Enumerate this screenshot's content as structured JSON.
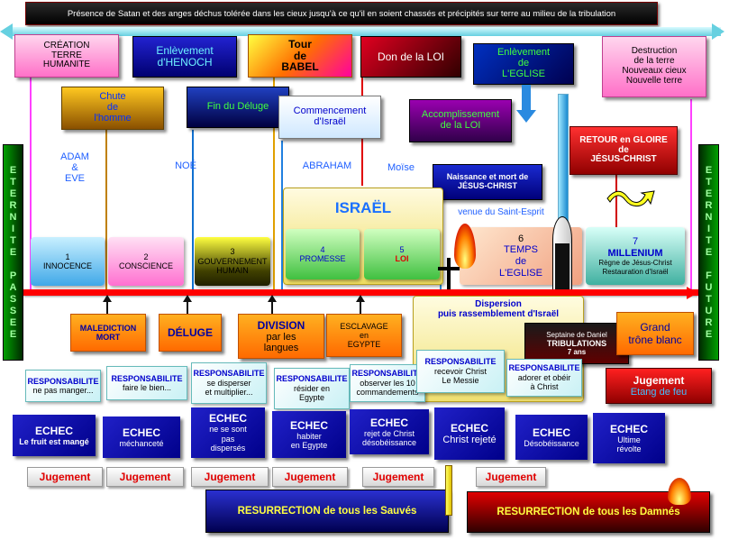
{
  "banner": "Présence de Satan et des anges déchus tolérée dans les cieux jusqu'à ce qu'il en soient chassés et précipités sur terre au milieu de la tribulation",
  "eternity_left": "ETERNITE PASSEE",
  "eternity_right": "ETERNITE FUTURE",
  "top_boxes": {
    "creation": "CRÉATION\nTERRE\nHUMANITE",
    "enoch": "Enlèvement\nd'HENOCH",
    "babel": "Tour\nde\nBABEL",
    "loi": "Don de la LOI",
    "eglise_rapture": "Enlèvement\nde\nL'EGLISE",
    "destruction": "Destruction\nde la terre\nNouveaux cieux\nNouvelle terre",
    "chute": "Chute\nde\nl'homme",
    "deluge_fin": "Fin du Déluge",
    "israel_start": "Commencement\nd'Israël",
    "accomplissement": "Accomplissement\nde la LOI",
    "retour": "RETOUR en GLOIRE\nde\nJÉSUS-CHRIST",
    "naissance": "Naissance et mort de\nJÉSUS-CHRIST"
  },
  "labels": {
    "adam": "ADAM\n&\nEVE",
    "noe": "NOÉ",
    "abraham": "ABRAHAM",
    "moise": "Moïse",
    "israel": "ISRAËL",
    "saint_esprit": "venue du Saint-Esprit"
  },
  "periods": [
    {
      "num": "1",
      "name": "INNOCENCE"
    },
    {
      "num": "2",
      "name": "CONSCIENCE"
    },
    {
      "num": "3",
      "name": "GOUVERNEMENT\nHUMAIN"
    },
    {
      "num": "4",
      "name": "PROMESSE"
    },
    {
      "num": "5",
      "name": "LOI"
    },
    {
      "num": "6",
      "name": "TEMPS\nde\nL'EGLISE"
    },
    {
      "num": "7",
      "name": "MILLENIUM",
      "sub": "Règne de Jésus-Christ\nRestauration d'Israël"
    }
  ],
  "events": {
    "malediction": "MALEDICTION\nMORT",
    "deluge": "DÉLUGE",
    "division_title": "DIVISION",
    "division_sub": "par les\nlangues",
    "esclavage": "ESCLAVAGE\nen\nEGYPTE",
    "dispersion": "Dispersion\npuis rassemblement d'Israël",
    "septaine_a": "Septaine de Daniel",
    "septaine_b": "TRIBULATIONS",
    "septaine_c": "7 ans",
    "grand_trone": "Grand\ntrône blanc",
    "jugement_title": "Jugement",
    "jugement_sub": "Etang de feu"
  },
  "responsabilites": [
    {
      "title": "RESPONSABILITE",
      "text": "ne pas manger..."
    },
    {
      "title": "RESPONSABILITE",
      "text": "faire le bien..."
    },
    {
      "title": "RESPONSABILITE",
      "text": "se disperser\net multiplier..."
    },
    {
      "title": "RESPONSABILITE",
      "text": "résider en\nEgypte"
    },
    {
      "title": "RESPONSABILITE",
      "text": "observer les 10\ncommandements"
    },
    {
      "title": "RESPONSABILITE",
      "text": "recevoir Christ\nLe Messie"
    },
    {
      "title": "RESPONSABILITE",
      "text": "adorer et obéir\nà Christ"
    }
  ],
  "echecs": [
    {
      "title": "ECHEC",
      "text": "Le fruit est mangé"
    },
    {
      "title": "ECHEC",
      "text": "méchanceté"
    },
    {
      "title": "ECHEC",
      "text": "ne se sont\npas\ndispersés"
    },
    {
      "title": "ECHEC",
      "text": "habiter\nen Egypte"
    },
    {
      "title": "ECHEC",
      "text": "rejet de Christ\ndésobéissance"
    },
    {
      "title": "ECHEC",
      "text": "Christ rejeté"
    },
    {
      "title": "ECHEC",
      "text": "Désobéissance"
    },
    {
      "title": "ECHEC",
      "text": "Ultime\nrévolte"
    }
  ],
  "jugements": [
    "Jugement",
    "Jugement",
    "Jugement",
    "Jugement",
    "Jugement",
    "Jugement"
  ],
  "resurrection_sauves": "RESURRECTION de tous les Sauvés",
  "resurrection_damnes": "RESURRECTION de tous les Damnés",
  "colors": {
    "timeline": "#ff0000",
    "accent": "#0000cc",
    "eternity": "#006b00"
  }
}
